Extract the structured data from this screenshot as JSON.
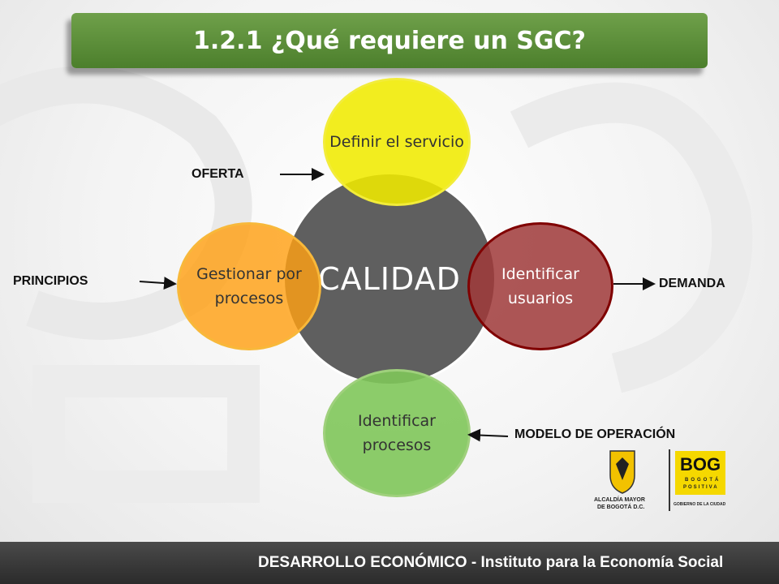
{
  "title": "1.2.1 ¿Qué requiere un SGC?",
  "center_label": "CALIDAD",
  "nodes": {
    "top": "Definir el servicio",
    "right": "Identificar usuarios",
    "bottom": "Identificar procesos",
    "left": "Gestionar por procesos"
  },
  "labels": {
    "oferta": "OFERTA",
    "principios": "PRINCIPIOS",
    "demanda": "DEMANDA",
    "modelo": "MODELO DE OPERACIÓN"
  },
  "logo": {
    "alcaldia_line1": "ALCALDÍA MAYOR",
    "alcaldia_line2": "DE BOGOTÁ D.C.",
    "bog_text": "BOG",
    "bog_sub1": "BOGOTÁ",
    "bog_sub2": "POSITIVA",
    "gobierno": "GOBIERNO DE LA CIUDAD"
  },
  "footer": "DESARROLLO ECONÓMICO - Instituto para la Economía Social",
  "colors": {
    "title_green": "#5b8f38",
    "center_gray": "#5f5f5f",
    "yellow": "#f0ea00",
    "red": "#a03a3a",
    "green": "#80c65a",
    "orange": "#ffa014"
  }
}
